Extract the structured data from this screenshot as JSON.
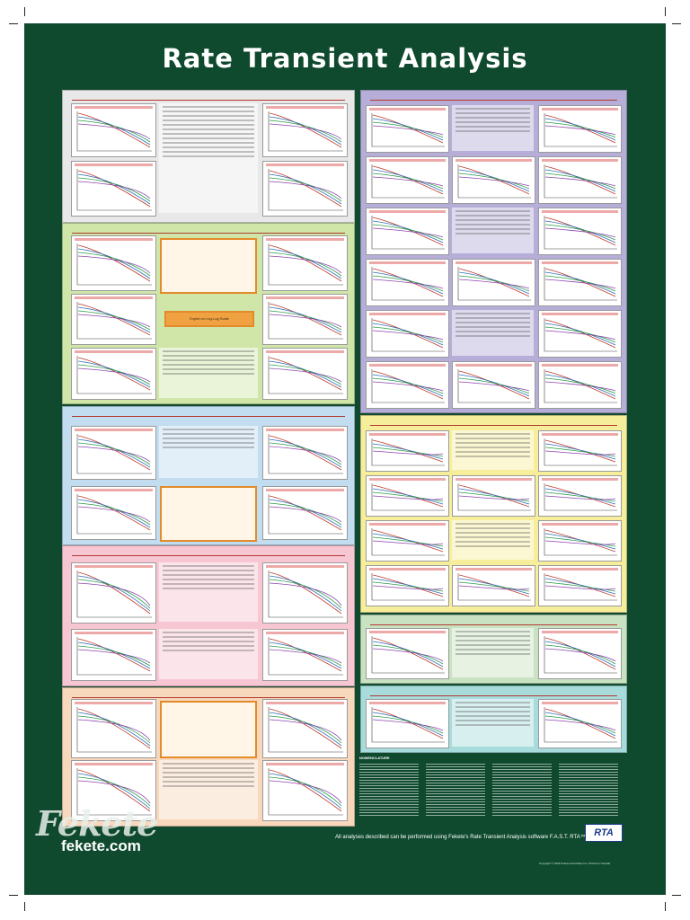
{
  "poster": {
    "title": "Rate Transient Analysis",
    "background": "#0f4a2e",
    "title_color": "#ffffff"
  },
  "sections_left": [
    {
      "heading": "",
      "color": "#e8e8e8"
    },
    {
      "heading": "",
      "color": "#cfe6a8"
    },
    {
      "heading": "",
      "color": "#c2dcf0"
    },
    {
      "heading": "",
      "color": "#f7c6d3"
    },
    {
      "heading": "",
      "color": "#f8d8bc"
    }
  ],
  "sections_right": [
    {
      "heading": "",
      "color": "#b6aed8"
    },
    {
      "heading": "",
      "color": "#f7ee9c"
    },
    {
      "heading": "",
      "color": "#c9e3c2"
    },
    {
      "heading": "",
      "color": "#a8dcdc"
    }
  ],
  "center_link_text": "Explot on Log-Log Scale",
  "nomenclature_title": "NOMENCLATURE",
  "footer": {
    "note": "All analyses described can be performed using Fekete's Rate Transient Analysis software F.A.S.T. RTA™",
    "rta_logo": "RTA",
    "copyright": "Copyright © 2006 Fekete Associates Inc.    Printed in Canada"
  },
  "logo": {
    "wordmark": "Fekete",
    "url": "fekete.com"
  },
  "icons": {
    "crop_marks": "crop-mark-icon",
    "arrows": "arrow-right-icon"
  }
}
